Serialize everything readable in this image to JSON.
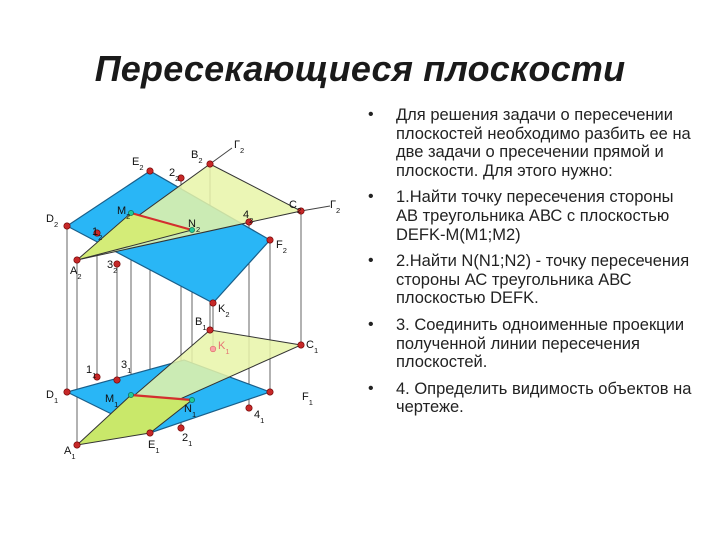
{
  "title": "Пересекающиеся плоскости",
  "diagram": {
    "points": {
      "B2": "B2",
      "G2a": "Г2",
      "E2": "E2",
      "p22": "22",
      "C2": "C2",
      "G2b": "Г2",
      "D2": "D2",
      "M2": "M2",
      "N2": "N2",
      "p42": "42",
      "p12": "12",
      "F2": "F2",
      "A2": "A2",
      "p32": "32",
      "K2": "K2",
      "B1": "B1",
      "K1": "K1",
      "C1": "C1",
      "p11": "11",
      "p31": "31",
      "D1": "D1",
      "M1": "M1",
      "N1": "N1",
      "F1": "F1",
      "p41": "41",
      "A1": "A1",
      "E1": "E1",
      "p21": "21"
    },
    "colors": {
      "plane": "#29b6f6",
      "triangle": "#e8f5a8",
      "points": "#c62828",
      "line": "#d32f2f"
    }
  },
  "bullets": [
    "Для решения задачи о пересечении плоскостей необходимо разбить ее на две задачи о пресечении прямой и плоскости. Для этого нужно:",
    "1.Найти точку пересечения стороны АВ треугольника АВС с плоскостью DEFK-M(M1;M2)",
    "2.Найти N(N1;N2) - точку пересечения стороны АС треугольника АВС плоскостью DEFK.",
    "3. Соединить одноименные проекции полученной линии пересечения плоскостей.",
    "4. Определить видимость объектов на чертеже."
  ]
}
